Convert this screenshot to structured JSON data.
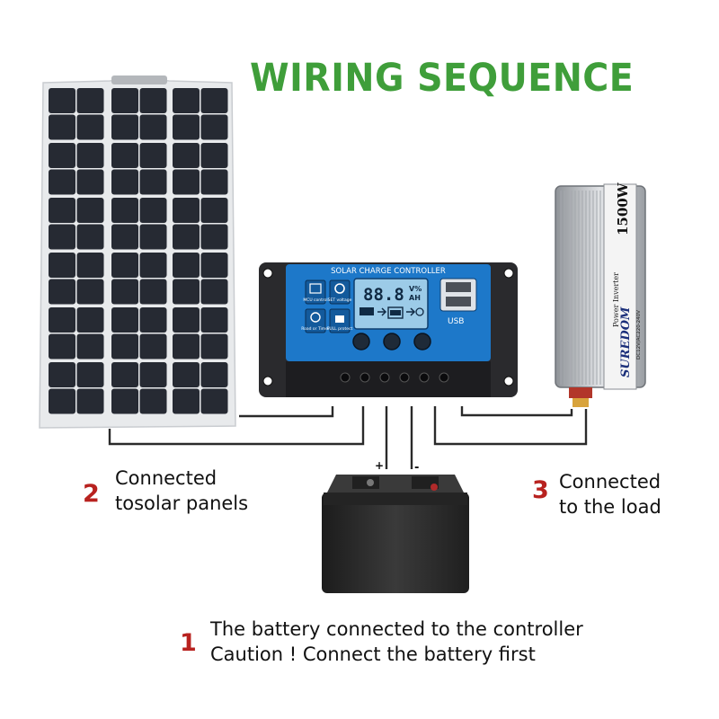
{
  "title": "WIRING SEQUENCE",
  "colors": {
    "title_green": "#3f9e3a",
    "step_number_red": "#b8221f",
    "wire": "#2a2a2a",
    "panel_cell": "#262a33",
    "controller_face": "#1d78c9",
    "inverter_body": "#b9bcc1",
    "battery_body": "#2b2b2b"
  },
  "controller": {
    "label": "SOLAR CHARGE CONTROLLER",
    "display_value": "88.8",
    "unit_top": "V%",
    "unit_bottom": "AH",
    "menu_left": [
      "MCU control",
      "Road or Timer"
    ],
    "menu_right": [
      "SET voltage",
      "FULL protect"
    ],
    "usb_label": "USB"
  },
  "inverter": {
    "power": "1500W",
    "brand": "SUREDOM",
    "model": "Power Inverter",
    "spec": "DC12V/AC220-240V"
  },
  "battery": {
    "positive": "+",
    "negative": "-"
  },
  "steps": [
    {
      "number": "2",
      "lines": [
        "Connected",
        "tosolar panels"
      ]
    },
    {
      "number": "3",
      "lines": [
        "Connected",
        "to the load"
      ]
    },
    {
      "number": "1",
      "lines": [
        "The battery connected to the controller",
        "Caution ! Connect the battery first"
      ]
    }
  ]
}
